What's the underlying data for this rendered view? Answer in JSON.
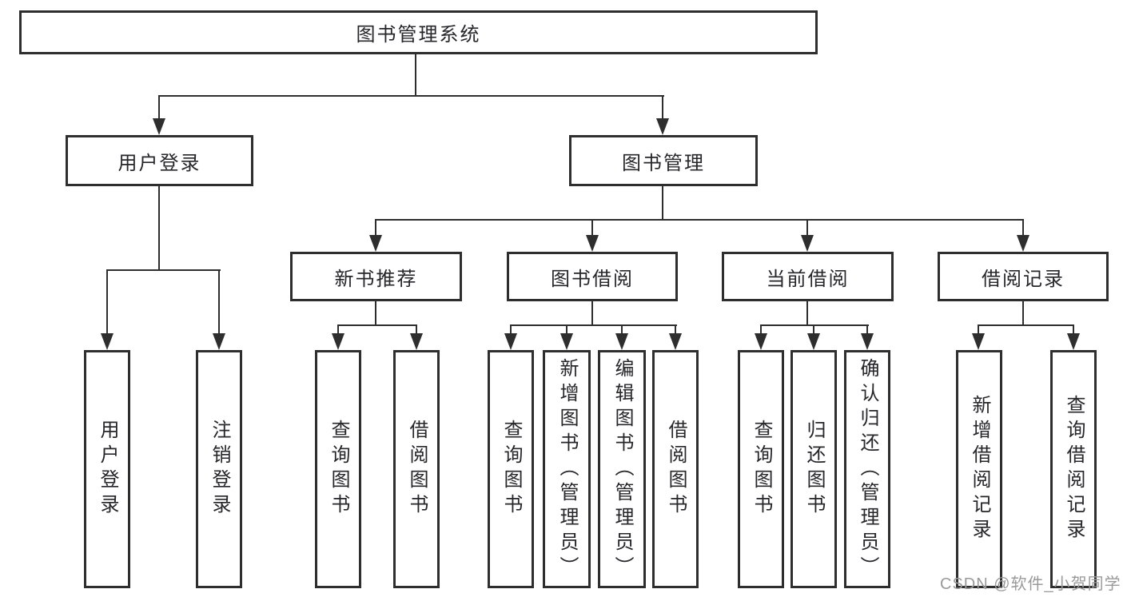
{
  "diagram": {
    "type": "hierarchy-tree",
    "colors": {
      "line": "#2e2e2e",
      "box_border": "#2e2e2e",
      "text": "#26262b",
      "background": "#ffffff",
      "watermark": "#9a9a9a"
    },
    "tree": {
      "label": "图书管理系统",
      "children": [
        {
          "label": "用户登录",
          "children": [
            {
              "label": "用户登录"
            },
            {
              "label": "注销登录"
            }
          ]
        },
        {
          "label": "图书管理",
          "children": [
            {
              "label": "新书推荐",
              "children": [
                {
                  "label": "查询图书"
                },
                {
                  "label": "借阅图书"
                }
              ]
            },
            {
              "label": "图书借阅",
              "children": [
                {
                  "label": "查询图书"
                },
                {
                  "label": "新增图书（管理员）"
                },
                {
                  "label": "编辑图书（管理员）"
                },
                {
                  "label": "借阅图书"
                }
              ]
            },
            {
              "label": "当前借阅",
              "children": [
                {
                  "label": "查询图书"
                },
                {
                  "label": "归还图书"
                },
                {
                  "label": "确认归还（管理员）"
                }
              ]
            },
            {
              "label": "借阅记录",
              "children": [
                {
                  "label": "新增借阅记录"
                },
                {
                  "label": "查询借阅记录"
                }
              ]
            }
          ]
        }
      ]
    },
    "watermark": "CSDN @软件_小贺同学"
  }
}
